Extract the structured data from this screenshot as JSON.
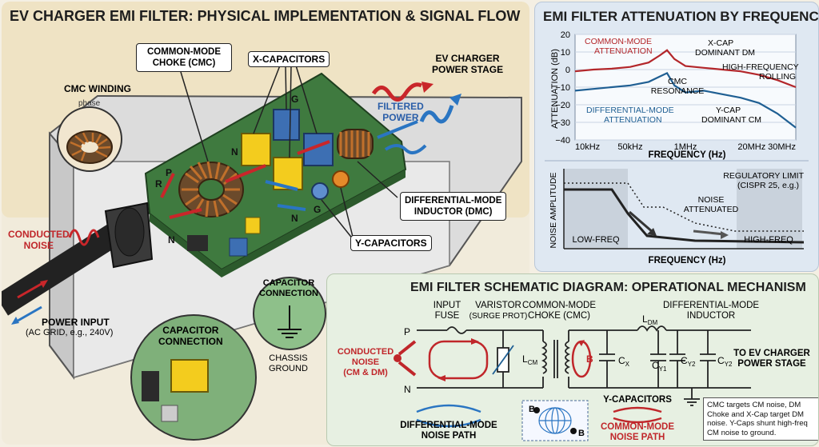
{
  "left": {
    "title": "EV CHARGER EMI FILTER: PHYSICAL IMPLEMENTATION & SIGNAL FLOW",
    "cmc_winding": "CMC WINDING",
    "phase": "phase",
    "cmc_label_1": "COMMON-MODE",
    "cmc_label_2": "CHOKE (CMC)",
    "xcap": "X-CAPACITORS",
    "ev_stage_1": "EV CHARGER",
    "ev_stage_2": "POWER STAGE",
    "filtered_1": "FILTERED",
    "filtered_2": "POWER",
    "dmc_1": "DIFFERENTIAL-MODE",
    "dmc_2": "INDUCTOR (DMC)",
    "ycap": "Y-CAPACITORS",
    "conducted_1": "CONDUCTED",
    "conducted_2": "NOISE",
    "power_input": "POWER INPUT",
    "power_input_sub": "(AC GRID, e.g., 240V)",
    "cap_conn_1": "CAPACITOR",
    "cap_conn_2": "CONNECTION",
    "chassis_1": "CHASSIS",
    "chassis_2": "GROUND",
    "zoom_1": "CAPACITOR",
    "zoom_2": "CONNECTION",
    "pcb_r": "R",
    "pcb_p": "P",
    "pcb_n": "N",
    "pcb_g": "G"
  },
  "chart": {
    "title": "EMI FILTER ATTENUATION BY FREQUENCY",
    "ylabel": "ATTENUATION (dB)",
    "xlabel": "FREQUENCY (Hz)",
    "yticks": [
      "20",
      "10",
      "0",
      "−10",
      "−20",
      "−30",
      "−40"
    ],
    "xticks": [
      "10kHz",
      "50kHz",
      "1MHz",
      "20MHz",
      "30MHz"
    ],
    "ann_cm_1": "COMMON-MODE",
    "ann_cm_2": "ATTENUATION",
    "ann_xcap_1": "X-CAP",
    "ann_xcap_2": "DOMINANT DM",
    "ann_hf_1": "HIGH-FREQUENCY",
    "ann_hf_2": "ROLLING",
    "ann_res_1": "CMC",
    "ann_res_2": "RESONANCE",
    "ann_dm_1": "DIFFERENTIAL-MODE",
    "ann_dm_2": "ATTENUATION",
    "ann_ycap_1": "Y-CAP",
    "ann_ycap_2": "DOMINANT CM",
    "colors": {
      "cm": "#b3262a",
      "dm": "#1f5f93"
    },
    "lower_ylabel": "NOISE AMPLITUDE",
    "lower_xlabel": "FREQUENCY (Hz)",
    "reg_1": "REGULATORY LIMIT",
    "reg_2": "(CISPR 25, e.g.)",
    "noise_1": "NOISE",
    "noise_2": "ATTENUATED",
    "low_freq": "LOW-FREQ",
    "high_freq": "HIGH-FREQ"
  },
  "chart_data": {
    "type": "line",
    "title": "EMI FILTER ATTENUATION BY FREQUENCY",
    "xlabel": "FREQUENCY (Hz)",
    "ylabel": "ATTENUATION (dB)",
    "ylim": [
      -40,
      20
    ],
    "x_categories": [
      "10kHz",
      "50kHz",
      "1MHz",
      "20MHz",
      "30MHz"
    ],
    "series": [
      {
        "name": "COMMON-MODE ATTENUATION",
        "x": [
          0,
          0.5,
          1.0,
          1.5,
          2.0,
          2.3,
          2.5,
          2.7,
          3.0,
          3.5,
          4.0,
          4.5,
          5.0,
          5.5,
          6.0
        ],
        "values": [
          -1,
          0,
          0.5,
          1.5,
          4,
          8,
          11,
          6,
          2,
          1,
          0,
          -1,
          -3,
          -6,
          -10
        ]
      },
      {
        "name": "DIFFERENTIAL-MODE ATTENUATION",
        "x": [
          0,
          0.5,
          1.0,
          1.5,
          2.0,
          2.3,
          2.5,
          2.7,
          3.0,
          3.5,
          4.0,
          4.5,
          5.0,
          5.5,
          6.0
        ],
        "values": [
          -12,
          -11,
          -10,
          -9,
          -7,
          -4,
          -2,
          -9,
          -13,
          -12,
          -14,
          -16,
          -19,
          -25,
          -33
        ]
      }
    ]
  },
  "schematic": {
    "title": "EMI FILTER SCHEMATIC DIAGRAM: OPERATIONAL MECHANISM",
    "input_fuse_1": "INPUT",
    "input_fuse_2": "FUSE",
    "varistor_1": "VARISTOR",
    "varistor_2": "(SURGE PROT)",
    "cmc_1": "COMMON-MODE",
    "cmc_2": "CHOKE (CMC)",
    "dmi_1": "DIFFERENTIAL-MODE",
    "dmi_2": "INDUCTOR",
    "ldm": "L",
    "ldm_sub": "DM",
    "lcm": "L",
    "lcm_sub": "CM",
    "p": "P",
    "n": "N",
    "b": "B",
    "cx": "C",
    "cx_sub": "X",
    "cy1": "C",
    "cy1_sub": "Y1",
    "cy2a": "C",
    "cy2a_sub": "Y2",
    "cy2b": "C",
    "cy2b_sub": "Y2",
    "conducted_1": "CONDUCTED",
    "conducted_2": "NOISE",
    "conducted_3": "(CM & DM)",
    "to_ev_1": "TO EV CHARGER",
    "to_ev_2": "POWER STAGE",
    "ycaps": "Y-CAPACITORS",
    "dm_path_1": "DIFFERENTIAL-MODE",
    "dm_path_2": "NOISE PATH",
    "cm_path_1": "COMMON-MODE",
    "cm_path_2": "NOISE PATH",
    "note": "CMC targets CM noise, DM Choke and X-Cap target DM noise. Y-Caps shunt high-freq CM noise to ground.",
    "b1": "B",
    "b2": "B"
  }
}
